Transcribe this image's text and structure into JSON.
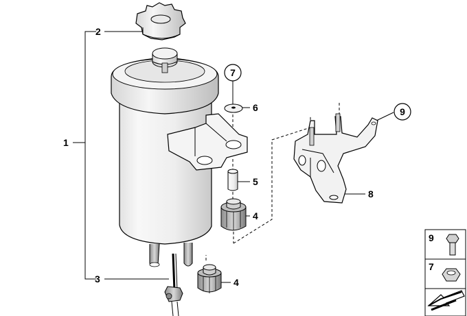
{
  "callouts": {
    "c1": "1",
    "c2": "2",
    "c3": "3",
    "c4a": "4",
    "c4b": "4",
    "c5": "5",
    "c6": "6",
    "c7": "7",
    "c8": "8",
    "c9": "9"
  },
  "legend": {
    "item9": "9",
    "item7": "7"
  }
}
